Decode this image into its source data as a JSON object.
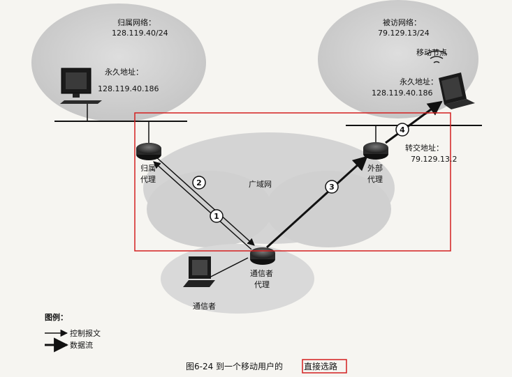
{
  "home_network": {
    "title": "归属网络：",
    "prefix": "128.119.40/24"
  },
  "visited_network": {
    "title": "被访网络：",
    "prefix": "79.129.13/24"
  },
  "home_host": {
    "title": "永久地址：",
    "addr": "128.119.40.186"
  },
  "mobile_node": {
    "name": "移动节点",
    "title": "永久地址：",
    "addr": "128.119.40.186"
  },
  "coa": {
    "title": "转交地址：",
    "addr": "79.129.13.2"
  },
  "home_agent": {
    "line1": "归属",
    "line2": "代理"
  },
  "foreign_agent": {
    "line1": "外部",
    "line2": "代理"
  },
  "wan": {
    "label": "广域网"
  },
  "correspondent_agent": {
    "line1": "通信者",
    "line2": "代理"
  },
  "correspondent": {
    "label": "通信者"
  },
  "steps": [
    "1",
    "2",
    "3",
    "4"
  ],
  "legend": {
    "title": "图例：",
    "control": "控制报文",
    "data": "数据流"
  },
  "caption": {
    "prefix": "图6-24 到一个移动用户的",
    "highlight": "直接选路"
  },
  "colors": {
    "highlight_box": "#d41f1f",
    "cloud": "#cfcfcf"
  }
}
